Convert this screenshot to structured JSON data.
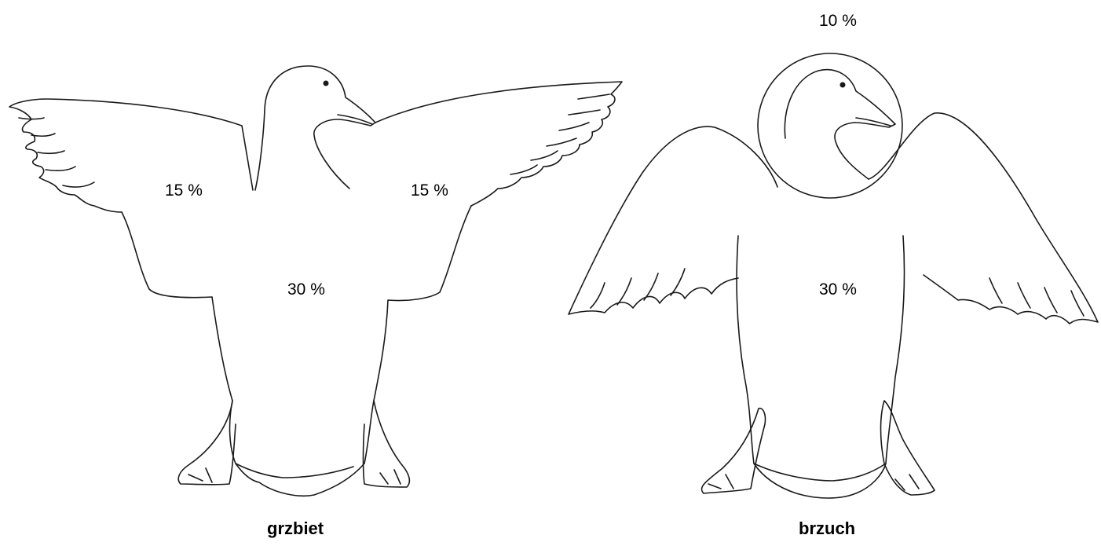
{
  "panels": {
    "back": {
      "caption": "grzbiet",
      "regions": {
        "left_wing": "15 %",
        "right_wing": "15 %",
        "body": "30 %"
      }
    },
    "belly": {
      "caption": "brzuch",
      "regions": {
        "head": "10 %",
        "body": "30 %"
      }
    }
  },
  "colors": {
    "line": "#1a1a1a",
    "background": "#ffffff"
  }
}
